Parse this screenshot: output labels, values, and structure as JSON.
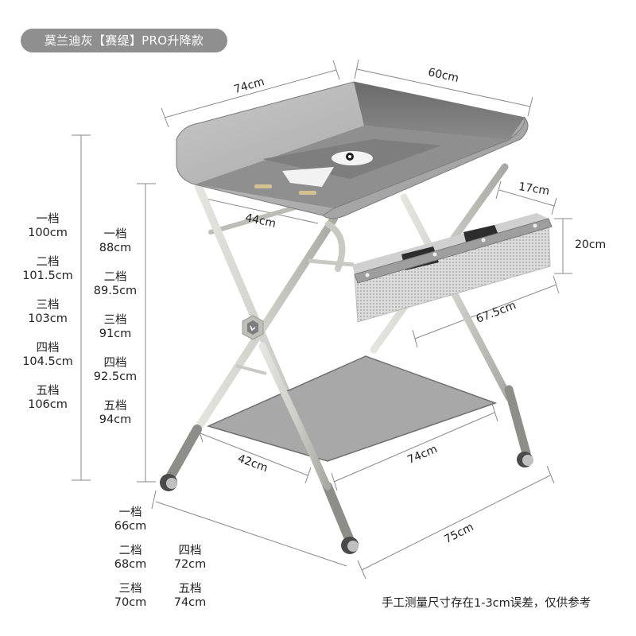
{
  "title_badge": "莫兰迪灰【赛缇】PRO升降款",
  "colors": {
    "badge_bg": "#8f8f8f",
    "product_gray": "#9a9a9a",
    "frame": "#c9c9c4",
    "dimension_line": "#8a8a8a",
    "text": "#222222"
  },
  "dimensions": {
    "top_length": "74cm",
    "top_width": "60cm",
    "inner_span": "44cm",
    "basket_depth": "17cm",
    "basket_height": "20cm",
    "basket_length": "67.5cm",
    "shelf_width": "42cm",
    "shelf_length": "74cm",
    "base_length": "75cm"
  },
  "total_height_levels": [
    {
      "level": "一档",
      "value": "100cm"
    },
    {
      "level": "二档",
      "value": "101.5cm"
    },
    {
      "level": "三档",
      "value": "103cm"
    },
    {
      "level": "四档",
      "value": "104.5cm"
    },
    {
      "level": "五档",
      "value": "106cm"
    }
  ],
  "tray_height_levels": [
    {
      "level": "一档",
      "value": "88cm"
    },
    {
      "level": "二档",
      "value": "89.5cm"
    },
    {
      "level": "三档",
      "value": "91cm"
    },
    {
      "level": "四档",
      "value": "92.5cm"
    },
    {
      "level": "五档",
      "value": "94cm"
    }
  ],
  "base_width_levels": [
    {
      "level": "一档",
      "value": "66cm"
    },
    {
      "level": "二档",
      "value": "68cm"
    },
    {
      "level": "三档",
      "value": "70cm"
    },
    {
      "level": "四档",
      "value": "72cm"
    },
    {
      "level": "五档",
      "value": "74cm"
    }
  ],
  "footnote": "手工测量尺寸存在1-3cm误差，仅供参考"
}
